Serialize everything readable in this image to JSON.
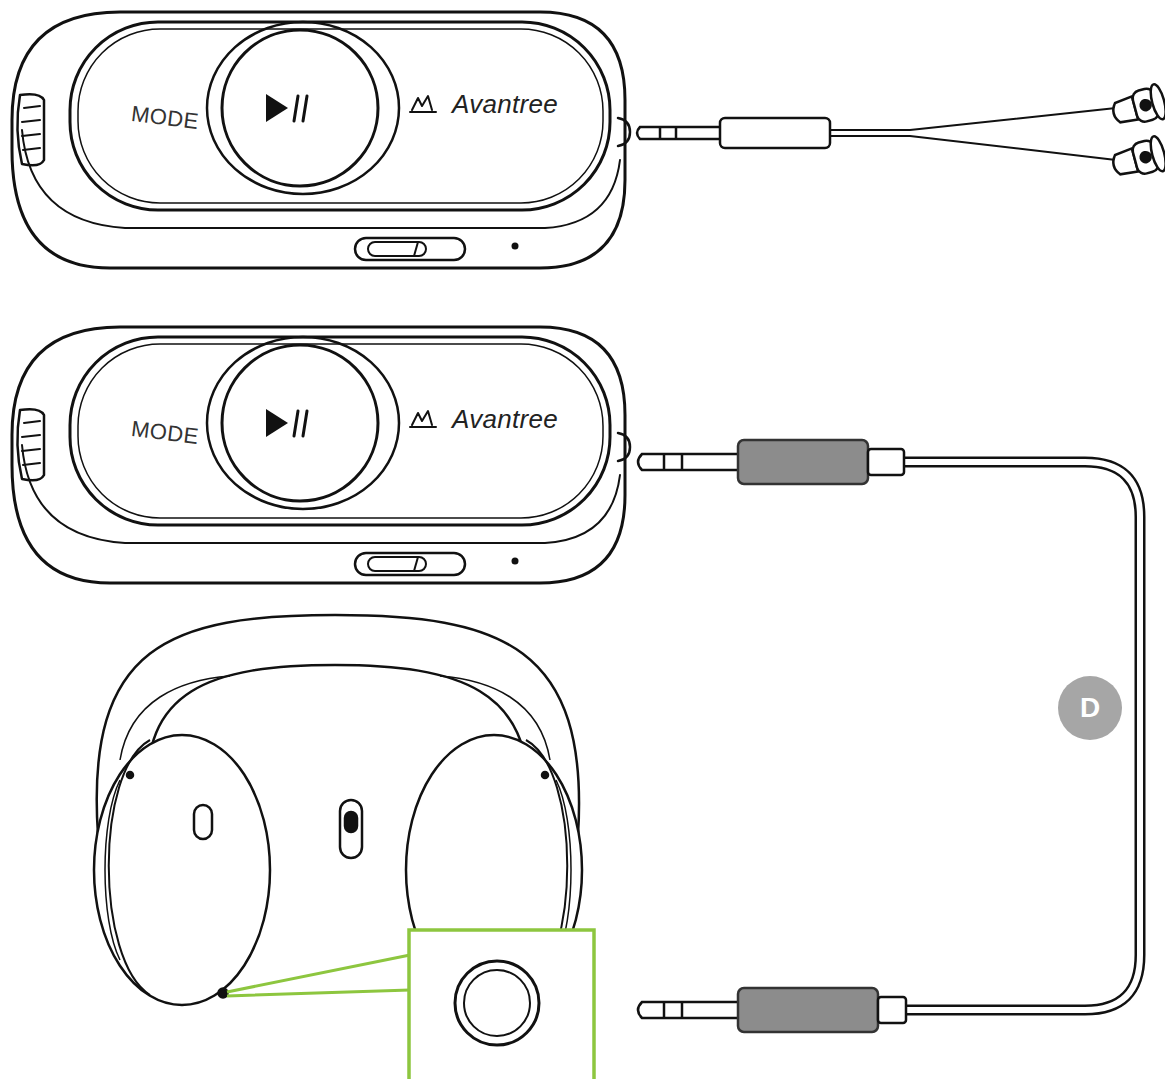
{
  "diagram": {
    "labels": [
      "MODE",
      "Avantree",
      "MODE",
      "Avantree",
      "D"
    ]
  }
}
